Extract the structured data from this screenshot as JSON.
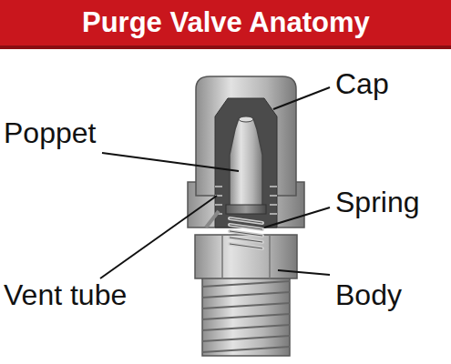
{
  "diagram": {
    "title": "Purge Valve Anatomy",
    "labels": [
      "Cap",
      "Poppet",
      "Spring",
      "Vent tube",
      "Body"
    ]
  }
}
